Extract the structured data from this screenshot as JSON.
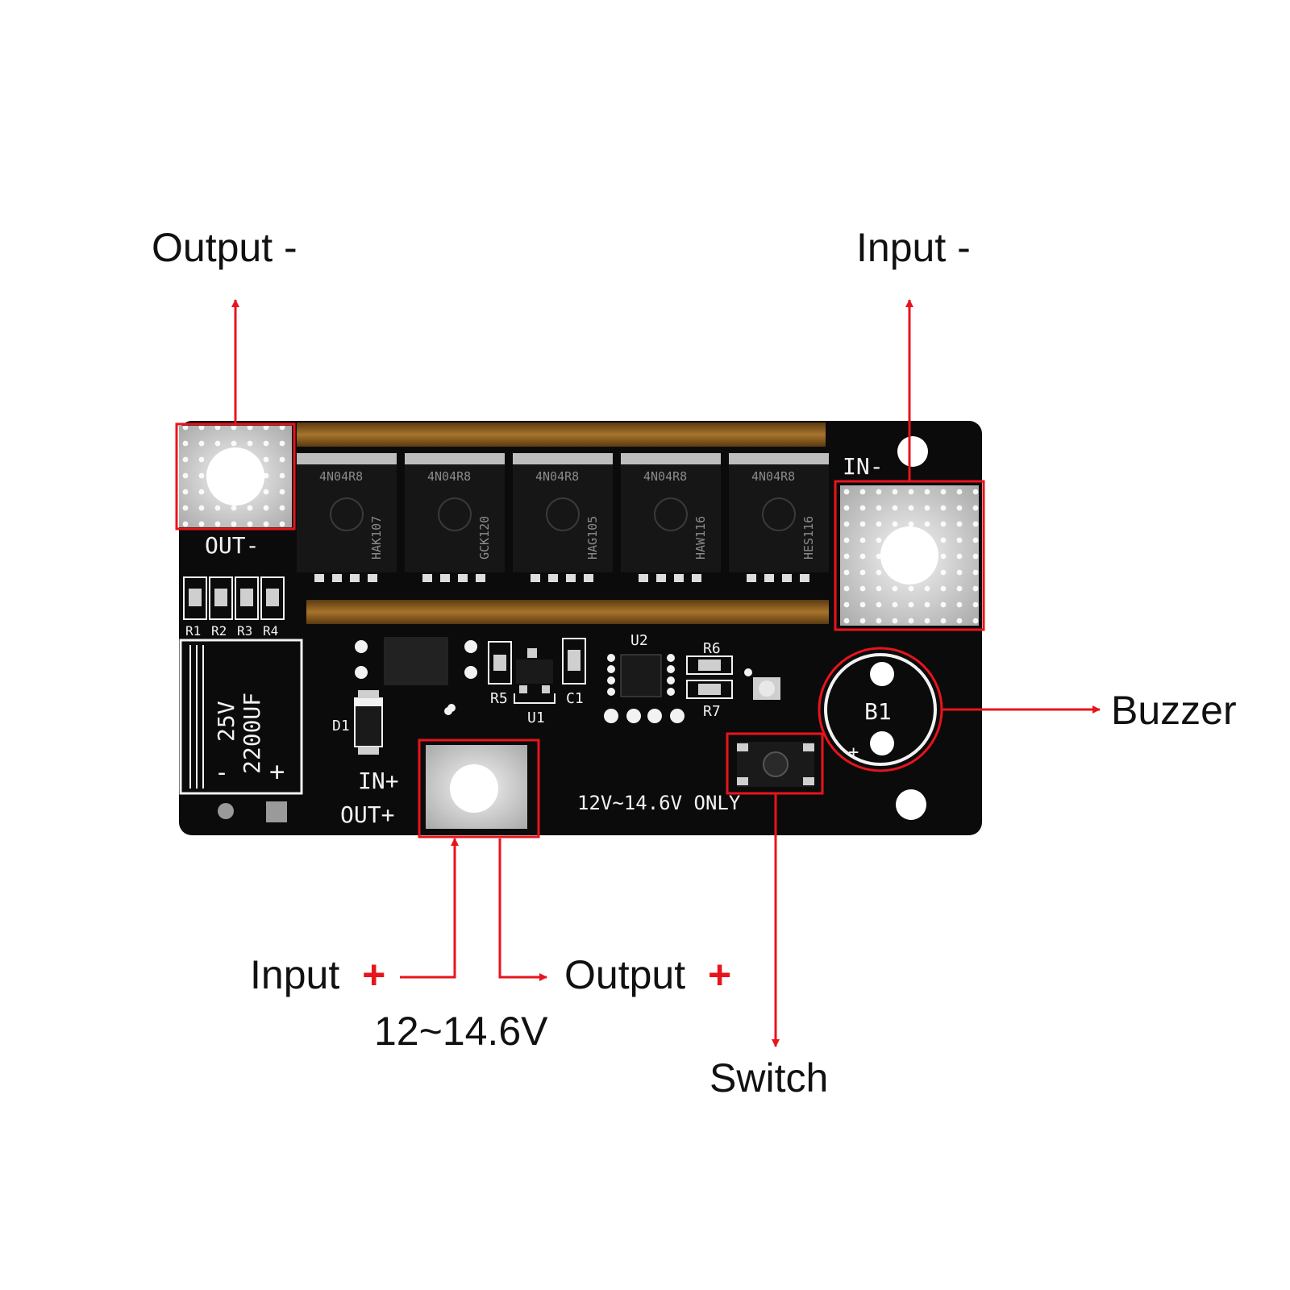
{
  "callouts": {
    "output_minus": "Output -",
    "input_minus": "Input -",
    "buzzer": "Buzzer",
    "input_plus_text": "Input",
    "input_plus_sign": "+",
    "voltage": "12~14.6V",
    "output_plus_text": "Output",
    "output_plus_sign": "+",
    "switch": "Switch"
  },
  "board": {
    "out_minus": "OUT-",
    "in_minus": "IN-",
    "in_plus": "IN+",
    "out_plus": "OUT+",
    "resistors": [
      "R1",
      "R2",
      "R3",
      "R4"
    ],
    "cap_rating_1": "25V",
    "cap_rating_2": "2200UF",
    "cap_minus": "-",
    "cap_plus": "+",
    "d1": "D1",
    "r5": "R5",
    "u1": "U1",
    "c1": "C1",
    "u2": "U2",
    "r6": "R6",
    "r7": "R7",
    "b1": "B1",
    "buzzer_plus": "+",
    "voltage_note": "12V~14.6V  ONLY",
    "mosfets": [
      {
        "code": "4N04R8",
        "lot": "HAK107"
      },
      {
        "code": "4N04R8",
        "lot": "GCK120"
      },
      {
        "code": "4N04R8",
        "lot": "HAG105"
      },
      {
        "code": "4N04R8",
        "lot": "HAW116"
      },
      {
        "code": "4N04R8",
        "lot": "HES116"
      }
    ]
  },
  "colors": {
    "annotation_red": "#e8141c",
    "board_black": "#0b0b0b",
    "copper_bar": "#8a5a1c",
    "pad_silver": "#cfcfcf"
  }
}
